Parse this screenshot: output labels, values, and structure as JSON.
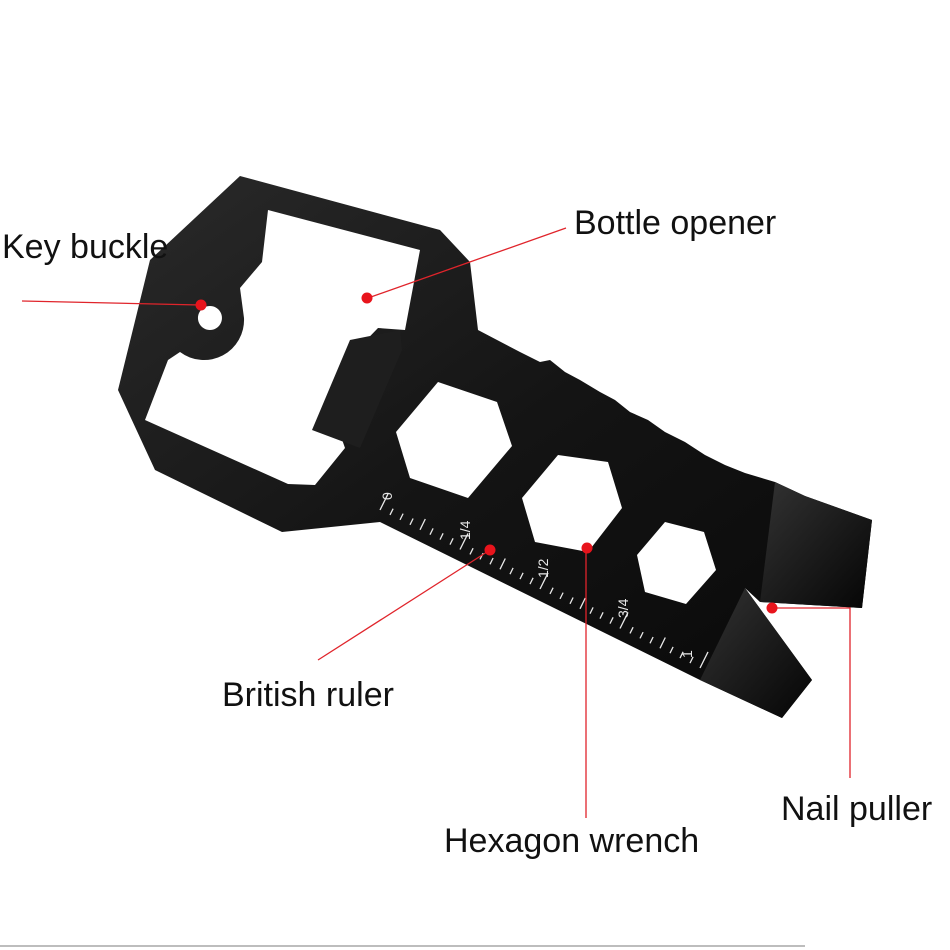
{
  "callouts": {
    "key_buckle": "Key buckle",
    "bottle_opener": "Bottle opener",
    "british_ruler": "British ruler",
    "hexagon_wrench": "Hexagon wrench",
    "nail_puller": "Nail puller"
  },
  "ruler": {
    "marks": [
      "0",
      "1/4",
      "1/2",
      "3/4",
      "1"
    ]
  },
  "colors": {
    "tool_body": "#141414",
    "leader_line": "#e0242b",
    "dot": "#e8141c",
    "label_text": "#111111",
    "ruler_marks": "#e8e8e8"
  }
}
